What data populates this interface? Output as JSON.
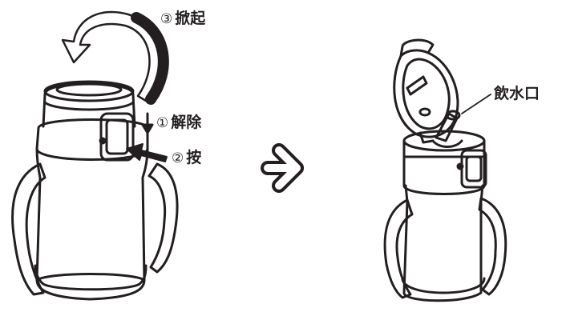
{
  "steps": [
    {
      "number": "③",
      "text": "掀起"
    },
    {
      "number": "①",
      "text": "解除"
    },
    {
      "number": "②",
      "text": "按"
    }
  ],
  "callout": {
    "text": "飲水口"
  },
  "colors": {
    "ink": "#231f20",
    "background": "#ffffff"
  },
  "icons": {
    "rotate": "curved-arrow-icon",
    "press_down": "down-arrow-icon",
    "push": "push-arrow-icon",
    "transition": "outline-right-arrow-icon"
  }
}
